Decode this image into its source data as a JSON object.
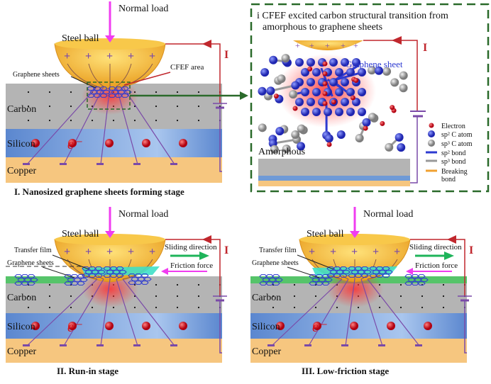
{
  "colors": {
    "carbon": "#b4b4b4",
    "silicon": "#6f9ad6",
    "copper": "#f6c67f",
    "ball": "#f2b02e",
    "circuit": "#7a4aa8",
    "current": "#c0272d",
    "load": "#f03cf0",
    "electron": "#d4141c",
    "graphene": "#2d3ad0",
    "film": "#3fe0c8",
    "green": "#56c46a",
    "sliding": "#1eb45a",
    "frame": "#2a6a2a"
  },
  "panel1": {
    "normal_load": "Normal load",
    "steel_ball": "Steel ball",
    "graphene_sheets": "Graphene sheets",
    "cfef_area": "CFEF area",
    "carbon": "Carbon",
    "silicon": "Silicon",
    "copper": "Copper",
    "electron_label": "e⁻",
    "current": "I",
    "caption": "I. Nanosized graphene sheets forming stage"
  },
  "inset": {
    "title_line1": "i CFEF excited carbon structural transition from",
    "title_line2": "amorphous to graphene sheets",
    "graphene_sheet": "Graphene sheet",
    "amorphous": "Amorphous",
    "current": "I",
    "legend": [
      {
        "icon": "electron-dot",
        "label": "Electron"
      },
      {
        "icon": "sp2-atom",
        "label": "sp² C atom"
      },
      {
        "icon": "sp3-atom",
        "label": "sp³ C atom"
      },
      {
        "icon": "sp2-bond",
        "label": "sp² bond"
      },
      {
        "icon": "sp3-bond",
        "label": "sp³ bond"
      },
      {
        "icon": "breaking-bond",
        "label": "Breaking bond"
      }
    ]
  },
  "panel2": {
    "normal_load": "Normal load",
    "steel_ball": "Steel ball",
    "transfer_film": "Transfer film",
    "graphene_sheets": "Graphene sheets",
    "sliding_direction": "Sliding direction",
    "friction_force": "Friction force",
    "carbon": "Carbon",
    "silicon": "Silicon",
    "copper": "Copper",
    "electron_label": "e⁻",
    "current": "I",
    "caption": "II. Run-in stage"
  },
  "panel3": {
    "normal_load": "Normal load",
    "steel_ball": "Steel ball",
    "transfer_film": "Transfer film",
    "graphene_sheets": "Graphene sheets",
    "sliding_direction": "Sliding direction",
    "friction_force": "Friction force",
    "carbon": "Carbon",
    "silicon": "Silicon",
    "copper": "Copper",
    "electron_label": "e⁻",
    "current": "I",
    "caption": "III. Low-friction stage"
  }
}
